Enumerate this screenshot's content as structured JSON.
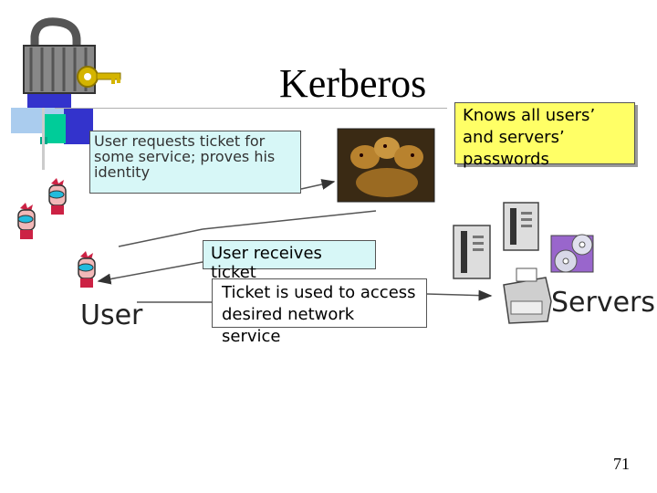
{
  "title": "Kerberos",
  "boxes": {
    "request": "User requests ticket for some service; proves his identity",
    "receive": "User receives ticket",
    "ticket": "Ticket is used to access desired network service",
    "knows": "Knows all users’ and servers’ passwords"
  },
  "labels": {
    "user": "User",
    "servers": "Servers"
  },
  "page_number": "71",
  "colors": {
    "box_fill": "#d7f7f7",
    "note_fill": "#ffff66",
    "accent_blue": "#3333cc",
    "accent_teal": "#00cc99"
  }
}
